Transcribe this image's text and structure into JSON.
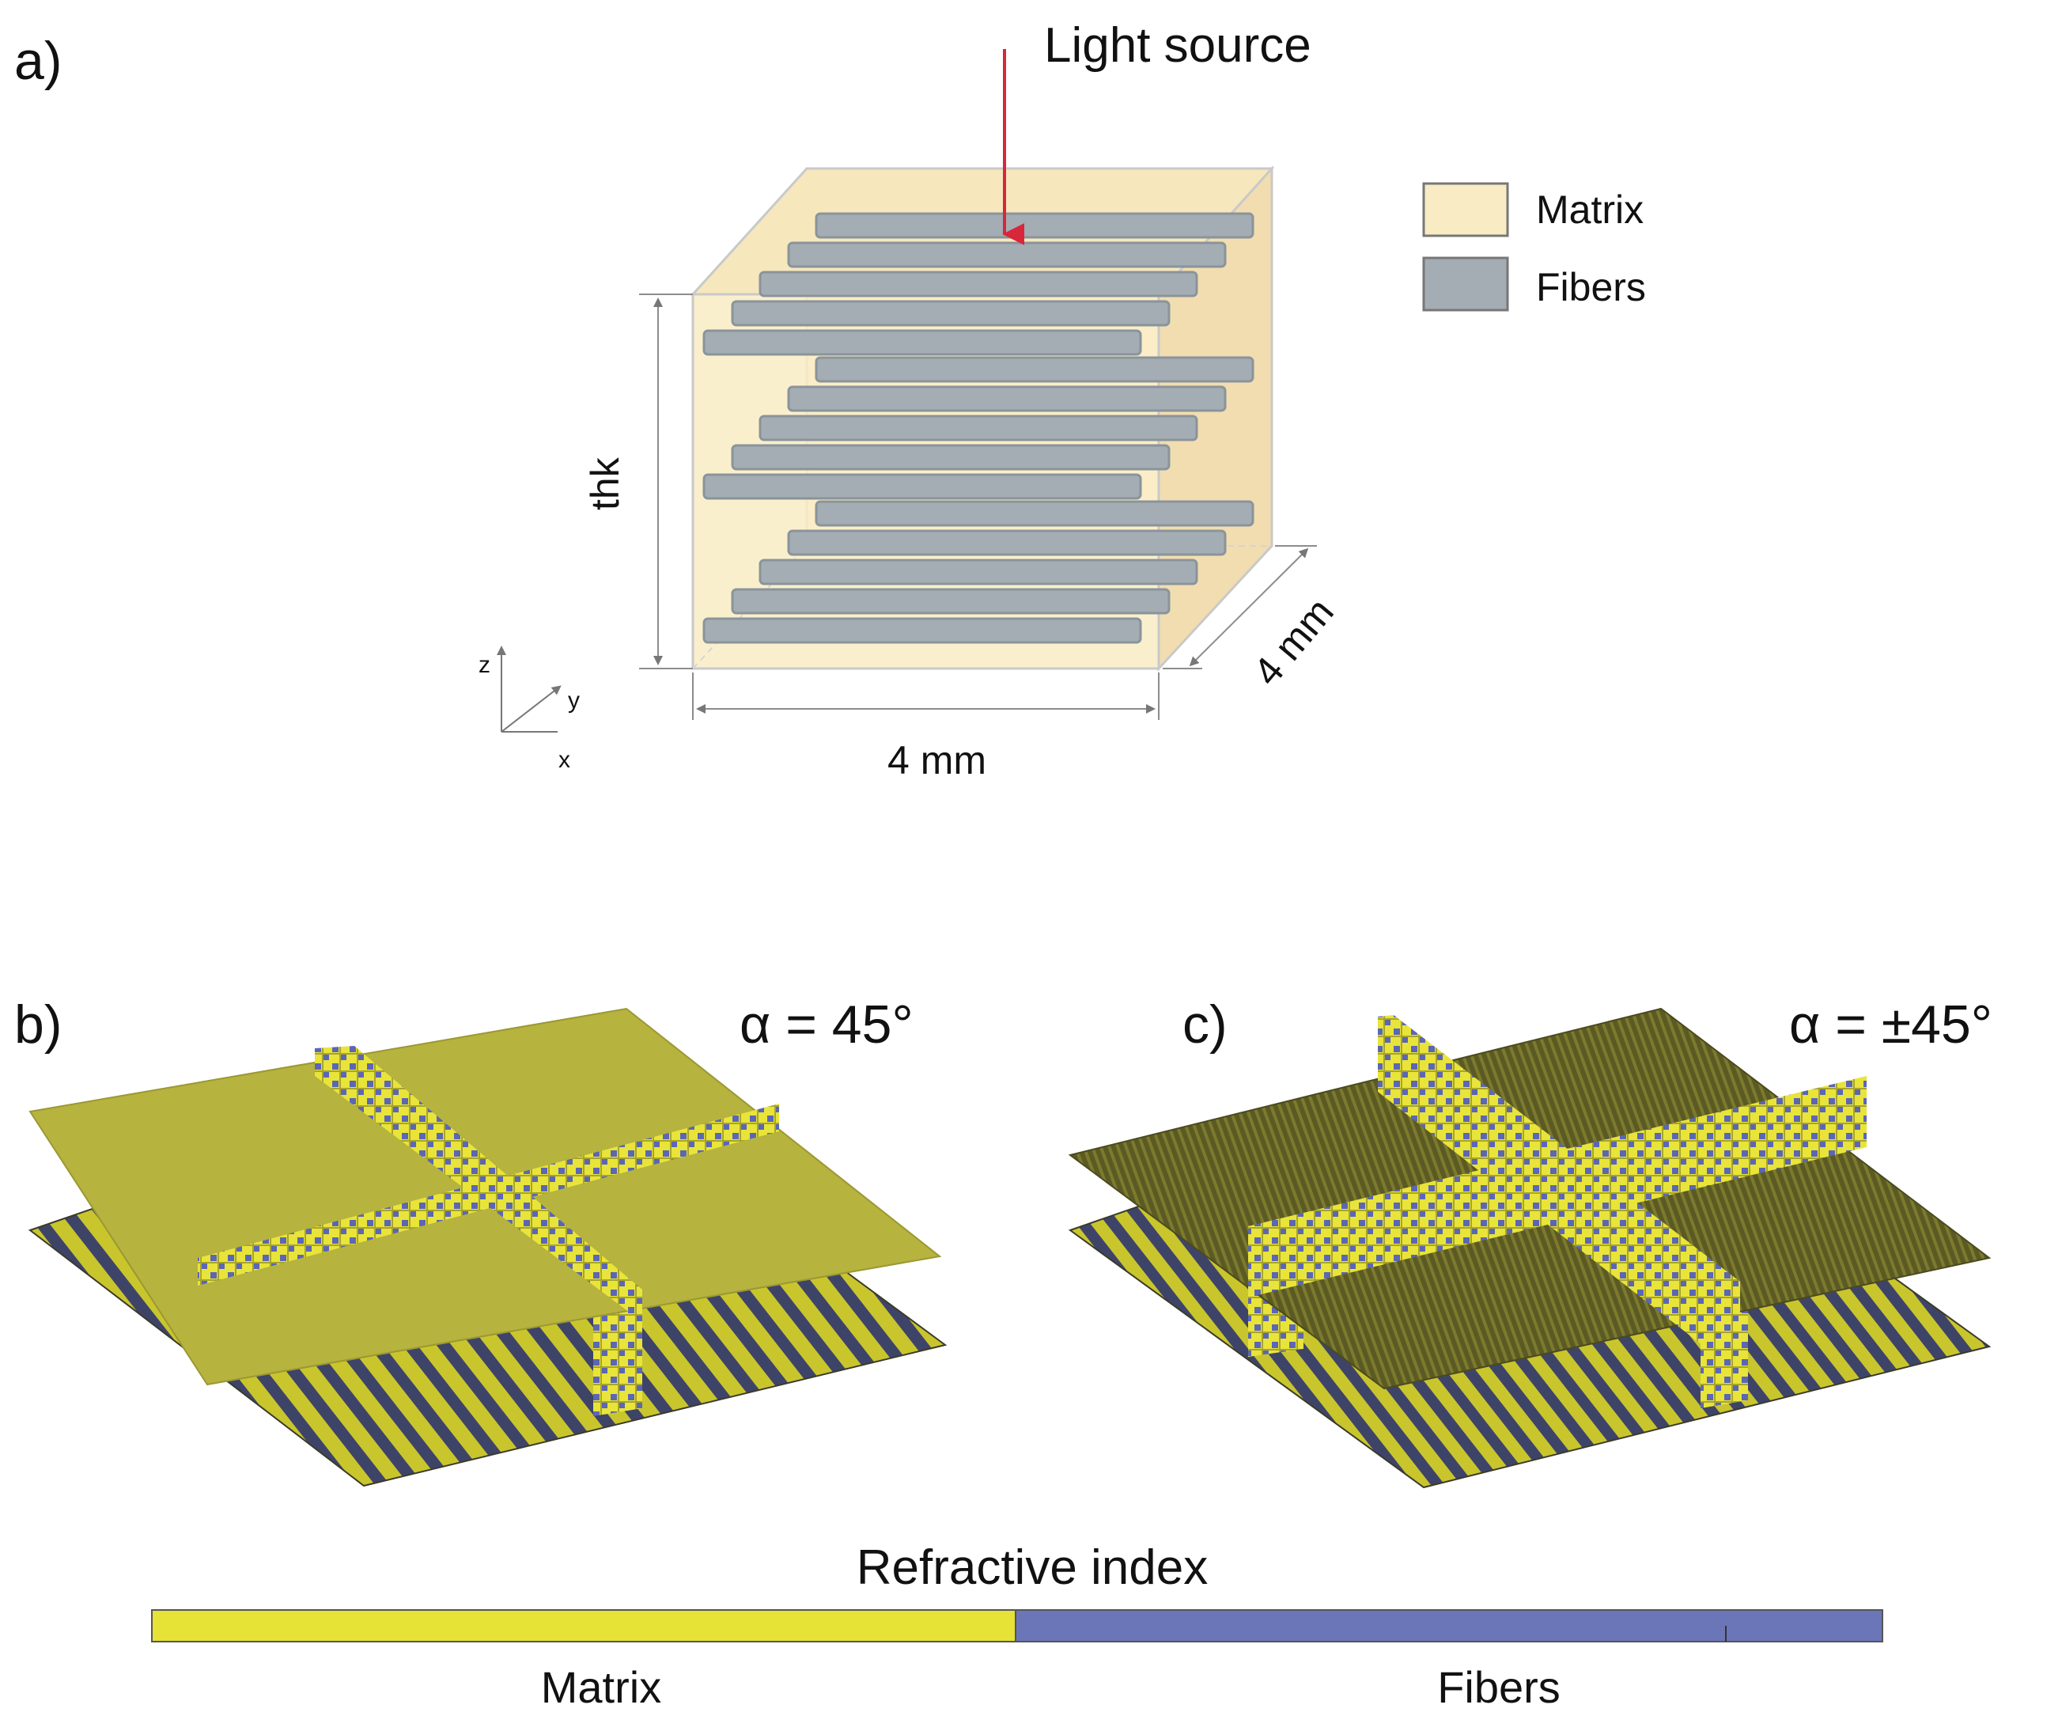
{
  "panel_a": {
    "label": "a)",
    "light_source": "Light source",
    "dim_thickness": "thk",
    "dim_width": "4 mm",
    "dim_depth": "4 mm",
    "axes": {
      "z": "z",
      "y": "y",
      "x": "x"
    },
    "legend": [
      {
        "name": "Matrix",
        "color": "#f9ecc4"
      },
      {
        "name": "Fibers",
        "color": "#a3adb3"
      }
    ],
    "colors": {
      "arrow": "#d8263a",
      "box_outline": "#c9c9c9",
      "fiber_outline": "#8a949a"
    }
  },
  "panel_b": {
    "label": "b)",
    "angle": "α = 45°"
  },
  "panel_c": {
    "label": "c)",
    "angle": "α = ±45°"
  },
  "colorbar": {
    "title": "Refractive index",
    "left_label": "Matrix",
    "right_label": "Fibers",
    "colors": {
      "matrix": "#e6e236",
      "fibers": "#6b76b8"
    }
  },
  "render_colors": {
    "plane_yellow": "#b6b33e",
    "plane_dark": "#4e4f20",
    "stripe_blue": "#4d57a8",
    "stripe_yellow": "#d6d22e"
  }
}
